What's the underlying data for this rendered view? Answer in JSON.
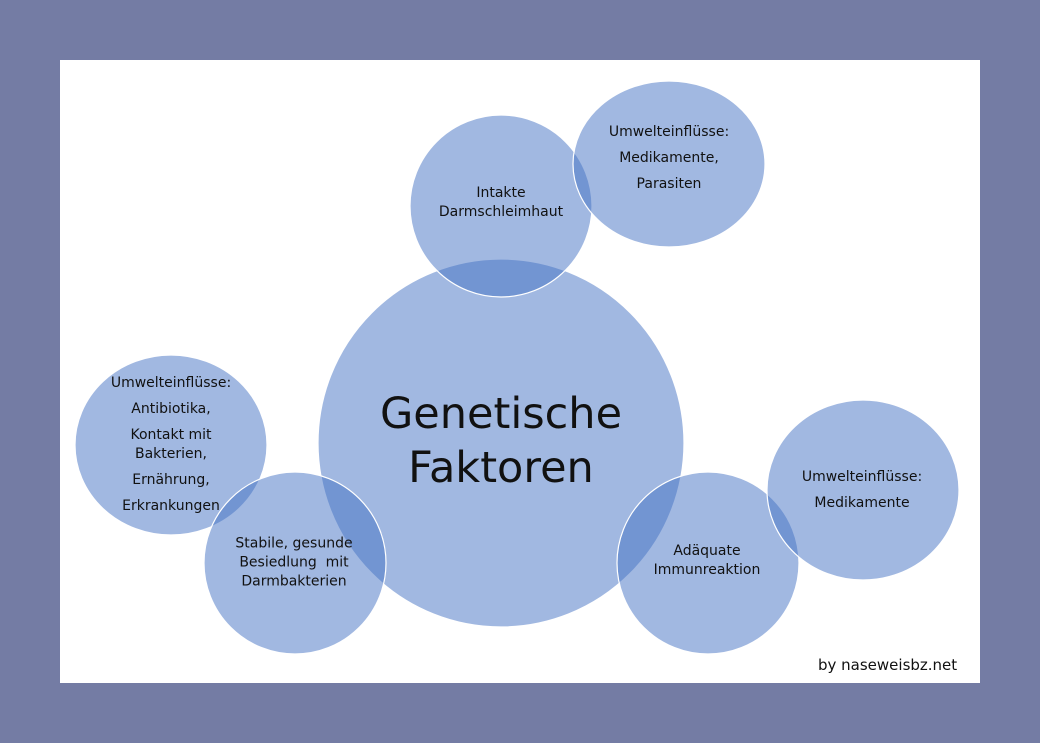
{
  "center": {
    "lines": [
      "Genetische",
      "Faktoren"
    ]
  },
  "nodes": [
    {
      "id": "intakte",
      "lines": [
        "Intakte",
        "Darmschleimhaut"
      ]
    },
    {
      "id": "umwelt-top",
      "lines": [
        "Umwelteinflüsse:",
        "Medikamente,",
        "Parasiten"
      ]
    },
    {
      "id": "umwelt-left",
      "lines": [
        "Umwelteinflüsse:",
        "Antibiotika,",
        "Kontakt mit",
        "Bakterien,",
        "Ernährung,",
        "Erkrankungen"
      ]
    },
    {
      "id": "stabile",
      "lines": [
        "Stabile, gesunde",
        "Besiedlung  mit",
        "Darmbakterien"
      ]
    },
    {
      "id": "adaequate",
      "lines": [
        "Adäquate",
        "Immunreaktion"
      ]
    },
    {
      "id": "umwelt-right",
      "lines": [
        "Umwelteinflüsse:",
        "Medikamente"
      ]
    }
  ],
  "credit": "by naseweisbz.net",
  "colors": {
    "circle": "#4472c4",
    "background": "#747ca4"
  }
}
